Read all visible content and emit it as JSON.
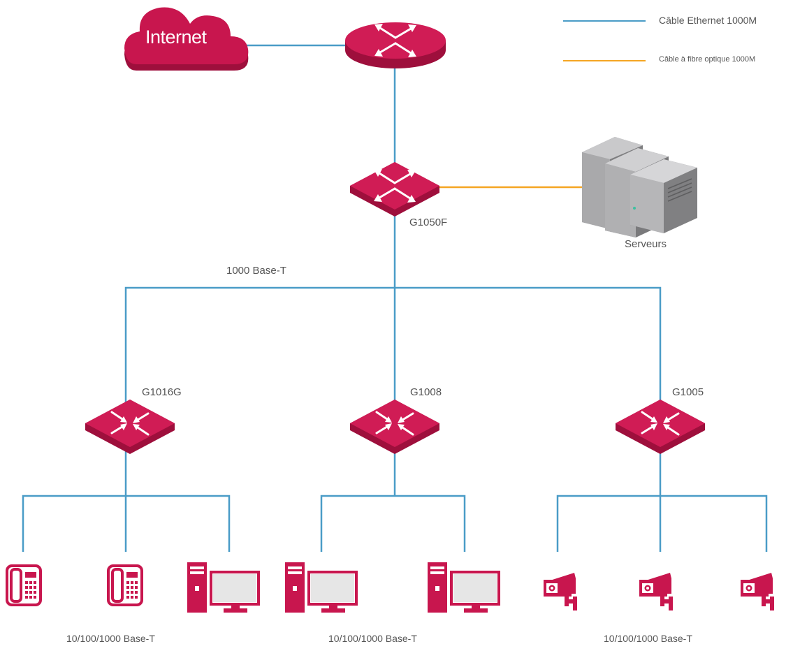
{
  "legend": {
    "ethernet": {
      "label": "Câble Ethernet 1000M",
      "color": "#4A9CC7"
    },
    "fiber": {
      "label": "Câble à fibre optique 1000M",
      "color": "#F5A623"
    }
  },
  "colors": {
    "device": "#C8164E",
    "device_top": "#D81E5B",
    "device_side": "#9E0F3C",
    "server": "#8E8E90"
  },
  "nodes": {
    "internet": {
      "label": "Internet"
    },
    "core_switch": {
      "label": "G1050F"
    },
    "servers": {
      "label": "Serveurs"
    },
    "uplink": {
      "label": "1000 Base-T"
    },
    "switch_left": {
      "label": "G1016G"
    },
    "switch_mid": {
      "label": "G1008"
    },
    "switch_right": {
      "label": "G1005"
    }
  },
  "groups": {
    "left": {
      "label": "10/100/1000 Base-T",
      "devices": [
        "phone-icon",
        "phone-icon",
        "desktop-computer-icon"
      ]
    },
    "mid": {
      "label": "10/100/1000 Base-T",
      "devices": [
        "desktop-computer-icon",
        "desktop-computer-icon"
      ]
    },
    "right": {
      "label": "10/100/1000 Base-T",
      "devices": [
        "security-camera-icon",
        "security-camera-icon",
        "security-camera-icon"
      ]
    }
  }
}
